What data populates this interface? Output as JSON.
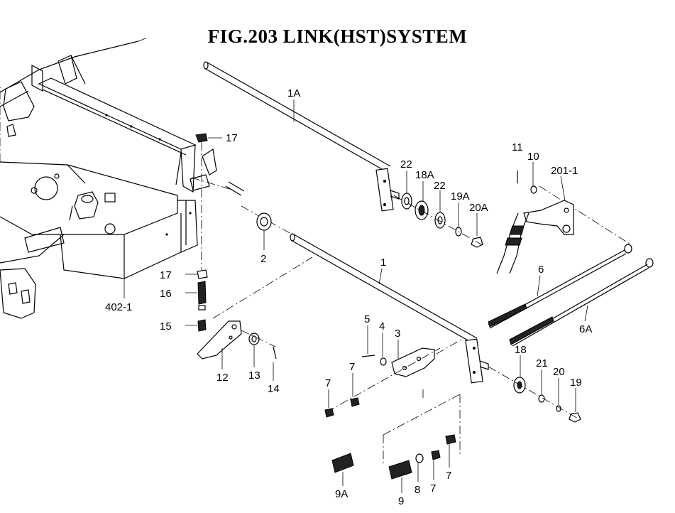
{
  "title": "FIG.203  LINK(HST)SYSTEM",
  "labels": {
    "l_1A": "1A",
    "l_22a": "22",
    "l_18A": "18A",
    "l_22b": "22",
    "l_19A": "19A",
    "l_20A": "20A",
    "l_11": "11",
    "l_10": "10",
    "l_201_1": "201-1",
    "l_17a": "17",
    "l_2": "2",
    "l_1": "1",
    "l_6": "6",
    "l_6A": "6A",
    "l_17b": "17",
    "l_16": "16",
    "l_402_1": "402-1",
    "l_15": "15",
    "l_12": "12",
    "l_13": "13",
    "l_14": "14",
    "l_5": "5",
    "l_4": "4",
    "l_3": "3",
    "l_18": "18",
    "l_21": "21",
    "l_20": "20",
    "l_19": "19",
    "l_7a": "7",
    "l_7b": "7",
    "l_9A": "9A",
    "l_9": "9",
    "l_8": "8",
    "l_7c": "7",
    "l_7d": "7"
  }
}
